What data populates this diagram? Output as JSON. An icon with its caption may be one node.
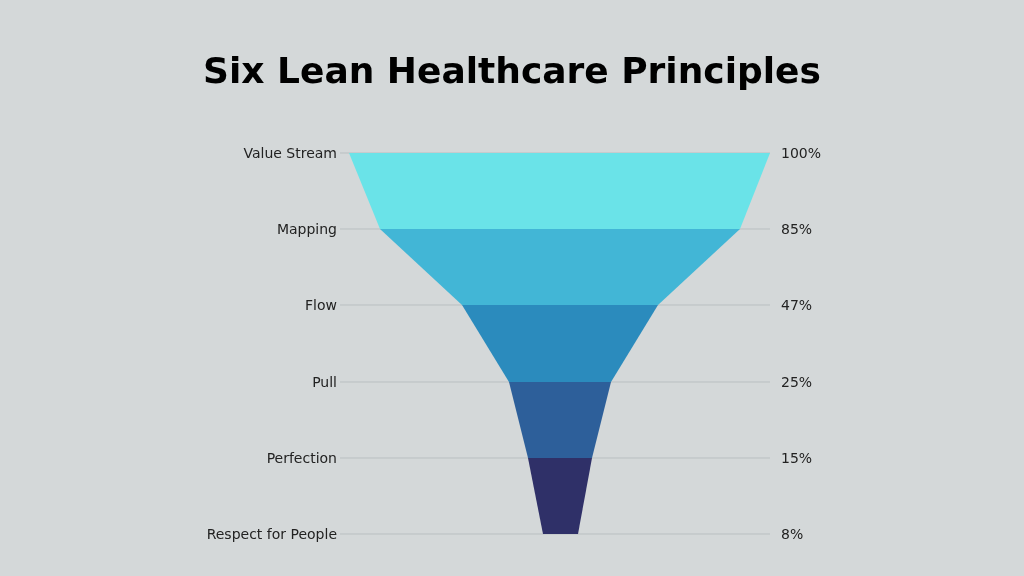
{
  "diagram": {
    "title": "Six Lean Healthcare Principles",
    "labels": [
      "Value Stream",
      "100%",
      "Mapping",
      "85%",
      "Flow",
      "47%",
      "Pull",
      "25%",
      "Perfection",
      "15%",
      "Respect for People",
      "8%"
    ]
  }
}
